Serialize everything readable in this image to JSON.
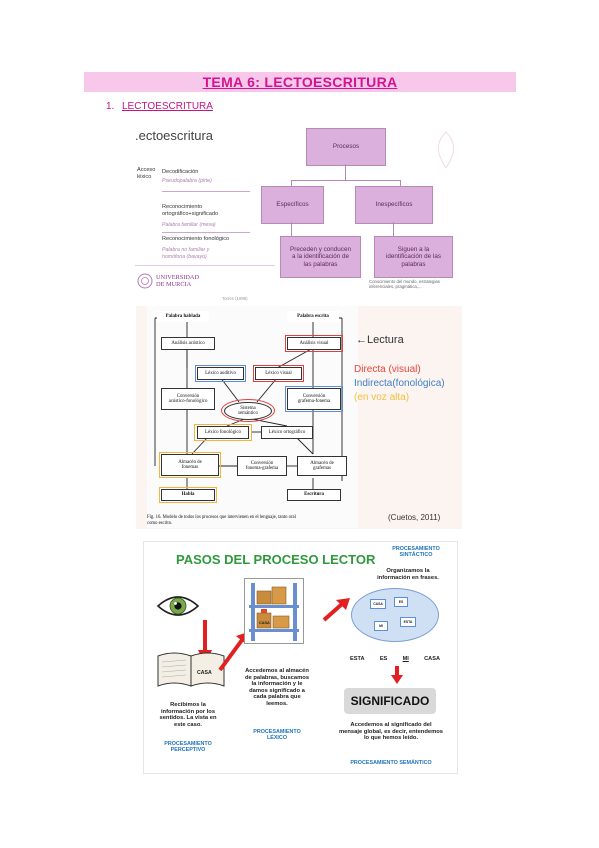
{
  "header": {
    "title": "TEMA 6: LECTOESCRITURA",
    "section_number": "1.",
    "section_title": "LECTOESCRITURA"
  },
  "slide1": {
    "heading": ".ectoescritura",
    "acceso_lexico": [
      "Acceso",
      "léxico"
    ],
    "items": [
      {
        "label": "Decodificación",
        "example": "Pseudopalabra (pirte)"
      },
      {
        "label_lines": [
          "Reconocimiento",
          "ortográfico+significado"
        ],
        "example": "Palabra familiar (mesa)"
      },
      {
        "label": "Reconocimiento fonológico",
        "example_lines": [
          "Palabra no familiar y",
          "homófona (bavayo)"
        ]
      }
    ],
    "boxes": {
      "procesos": "Procesos",
      "especificos": "Específicos",
      "inespecificos": "Inespecíficos",
      "preceden": [
        "Preceden  y conducen",
        "a la identificación de",
        "las palabras"
      ],
      "siguen": [
        "Siguen a la",
        "identificación de las",
        "palabras"
      ]
    },
    "footnote_lines": [
      "Conocimiento del mundo, estrategias",
      "inferenciales, pragmática,..."
    ],
    "university_lines": [
      "UNIVERSIDAD",
      "DE MURCIA"
    ],
    "citation": "Torres (1999)"
  },
  "slide2": {
    "fig_labels": {
      "palabra_hablada": "Palabra hablada",
      "palabra_escrita": "Palabra escrita",
      "analisis_acustico": "Análisis acústico",
      "analisis_visual": "Análisis visual",
      "lexico_auditivo": "Léxico auditivo",
      "lexico_visual": "Léxico visual",
      "conversion_acustico": [
        "Conversión",
        "acústico-fonológico"
      ],
      "sistema_semantico": [
        "Sistema",
        "semántico"
      ],
      "conversion_grafema": [
        "Conversión",
        "grafema-fonema"
      ],
      "lexico_fonologico": "Léxico fonológico",
      "lexico_ortografico": "Léxico ortográfico",
      "almacen_fonemas": [
        "Almacén de",
        "fonemas"
      ],
      "conversion_fonema": [
        "Conversión",
        "fonema-grafema"
      ],
      "almacen_grafemas": [
        "Almacén de",
        "grafemas"
      ],
      "habla": "Habla",
      "escritura": "Escritura",
      "caption_lines": [
        "Fig. 16. Modelo de todos los procesos que intervienen en el lenguaje, tanto oral",
        "como escrito."
      ]
    },
    "lectura_label": "←Lectura",
    "routes": [
      {
        "text": "Directa (visual)",
        "color": "#e8453c"
      },
      {
        "text": "Indirecta(fonológica)",
        "color": "#3f7fc4"
      },
      {
        "text": "(en voz alta)",
        "color": "#f3bf3f"
      }
    ],
    "citation": "(Cuetos, 2011)"
  },
  "slide3": {
    "title": "PASOS DEL PROCESO LECTOR",
    "title_color": "#2e9a3c",
    "book_word": "CASA",
    "shelf_word": "CASA",
    "bubble_words": [
      "CASA",
      "ES",
      "MI",
      "ESTA"
    ],
    "sentence_words": [
      "ESTA",
      "ES",
      "MI",
      "CASA"
    ],
    "significado": "SIGNIFICADO",
    "col1_lines": [
      "Recibimos la",
      "información por los",
      "sentidos. La vista en",
      "este caso."
    ],
    "col1_label_lines": [
      "PROCESAMIENTO",
      "PERCEPTIVO"
    ],
    "col2_lines": [
      "Accedemos al almacén",
      "de palabras, buscamos",
      "la información y le",
      "damos significado a",
      "cada palabra que",
      "leemos."
    ],
    "col2_label_lines": [
      "PROCESAMIENTO",
      "LÉXICO"
    ],
    "sint_label_lines": [
      "PROCESAMIENTO",
      "SINTÁCTICO"
    ],
    "sint_lines": [
      "Organizamos la",
      "información en frases."
    ],
    "sem_lines": [
      "Accedemos al significado del",
      "mensaje global, es decir, entendemos",
      "lo que hemos leído."
    ],
    "sem_label": "PROCESAMIENTO SEMÁNTICO",
    "accent_red": "#e22020",
    "accent_blue": "#1f73b9"
  }
}
